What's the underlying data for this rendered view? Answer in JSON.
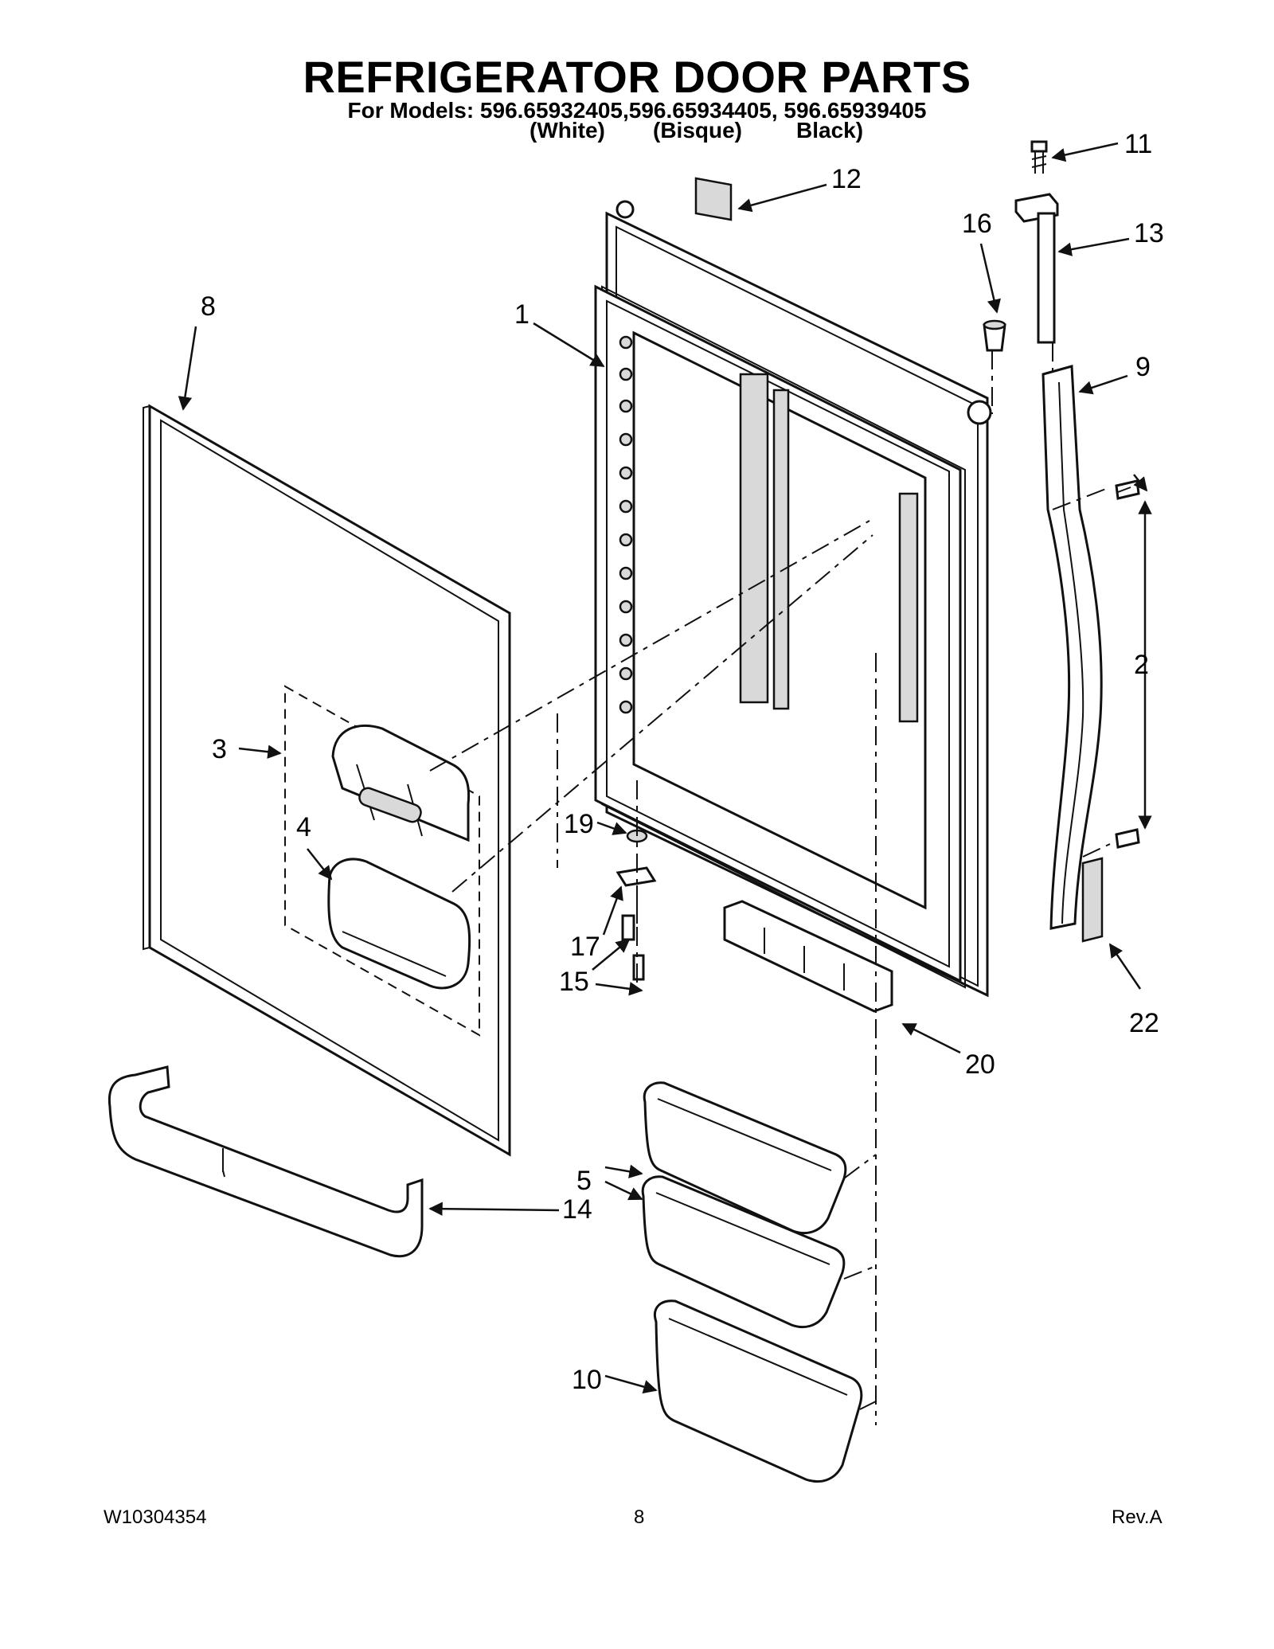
{
  "header": {
    "title": "REFRIGERATOR DOOR PARTS",
    "models_line": "For Models: 596.65932405,596.65934405, 596.65939405",
    "color_white": "(White)",
    "color_bisque": "(Bisque)",
    "color_black": "Black)"
  },
  "callouts": {
    "c1": "1",
    "c2": "2",
    "c3": "3",
    "c4": "4",
    "c5": "5",
    "c8": "8",
    "c9": "9",
    "c10": "10",
    "c11": "11",
    "c12": "12",
    "c13": "13",
    "c14": "14",
    "c15": "15",
    "c16": "16",
    "c17": "17",
    "c19": "19",
    "c20": "20",
    "c22": "22"
  },
  "footer": {
    "doc_number": "W10304354",
    "page_number": "8",
    "revision": "Rev.A"
  }
}
